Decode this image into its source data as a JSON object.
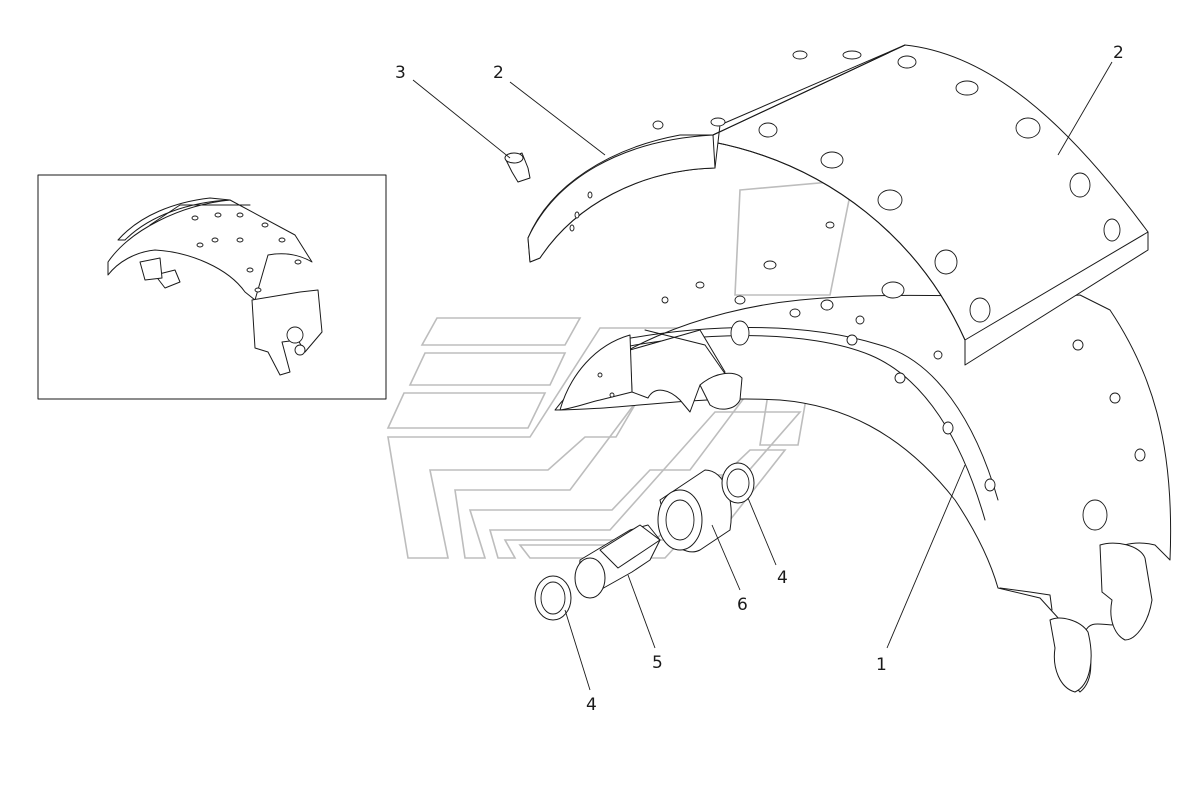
{
  "callouts": [
    {
      "id": "c-3",
      "label": "3"
    },
    {
      "id": "c-2a",
      "label": "2"
    },
    {
      "id": "c-2b",
      "label": "2"
    },
    {
      "id": "c-1",
      "label": "1"
    },
    {
      "id": "c-4a",
      "label": "4"
    },
    {
      "id": "c-4b",
      "label": "4"
    },
    {
      "id": "c-5",
      "label": "5"
    },
    {
      "id": "c-6",
      "label": "6"
    }
  ]
}
